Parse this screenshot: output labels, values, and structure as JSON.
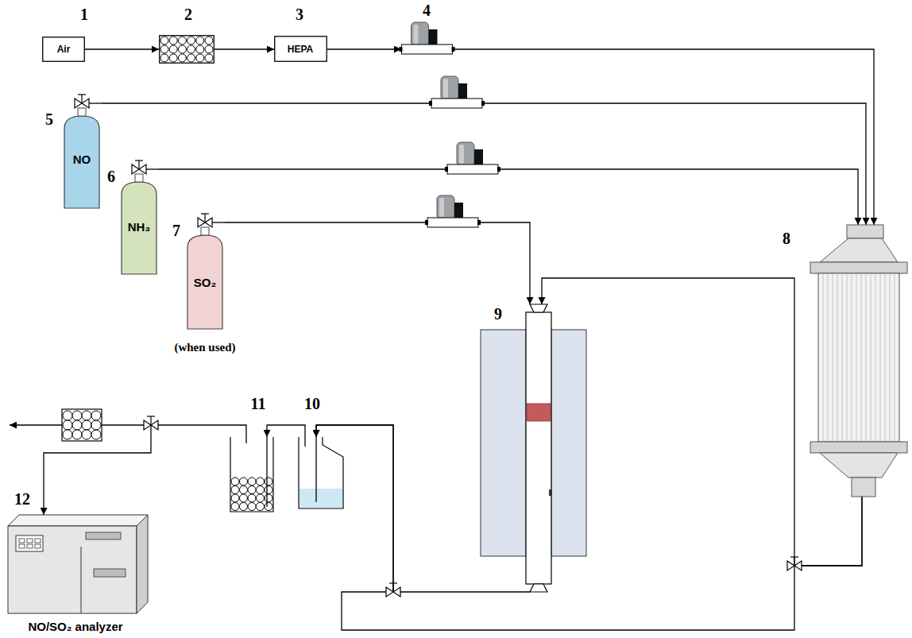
{
  "diagram": {
    "nodes": [
      {
        "text": [
          "1",
          "Air"
        ]
      },
      {
        "text": [
          "2"
        ]
      },
      {
        "text": [
          "3",
          "HEPA"
        ]
      },
      {
        "text": [
          "4"
        ]
      },
      {
        "text": [
          "5",
          "NO"
        ]
      },
      {
        "text": [
          "6",
          "NH₃"
        ]
      },
      {
        "text": [
          "7",
          "SO₂",
          "(when used)"
        ]
      },
      {
        "text": [
          "8"
        ]
      },
      {
        "text": [
          "9"
        ]
      },
      {
        "text": [
          "10"
        ]
      },
      {
        "text": [
          "11"
        ]
      },
      {
        "text": [
          "12",
          "NO/SO₂ analyzer"
        ]
      }
    ],
    "edges": [
      {
        "from": 0,
        "to": 1,
        "arrow": "to"
      },
      {
        "from": 1,
        "to": 2,
        "arrow": "to"
      },
      {
        "from": 2,
        "to": 3,
        "arrow": "to"
      },
      {
        "from": 3,
        "to": 7,
        "arrow": "to"
      },
      {
        "from": 4,
        "to": 7,
        "arrow": "to"
      },
      {
        "from": 5,
        "to": 7,
        "arrow": "to"
      },
      {
        "from": 6,
        "to": 8,
        "arrow": "to"
      },
      {
        "from": 7,
        "to": 8,
        "arrow": "to"
      },
      {
        "from": 7,
        "to": 9,
        "arrow": "to"
      },
      {
        "from": 8,
        "to": 9,
        "arrow": "to"
      },
      {
        "from": 9,
        "to": 10,
        "arrow": "to"
      },
      {
        "from": 10,
        "to": 11,
        "arrow": "to"
      }
    ]
  }
}
